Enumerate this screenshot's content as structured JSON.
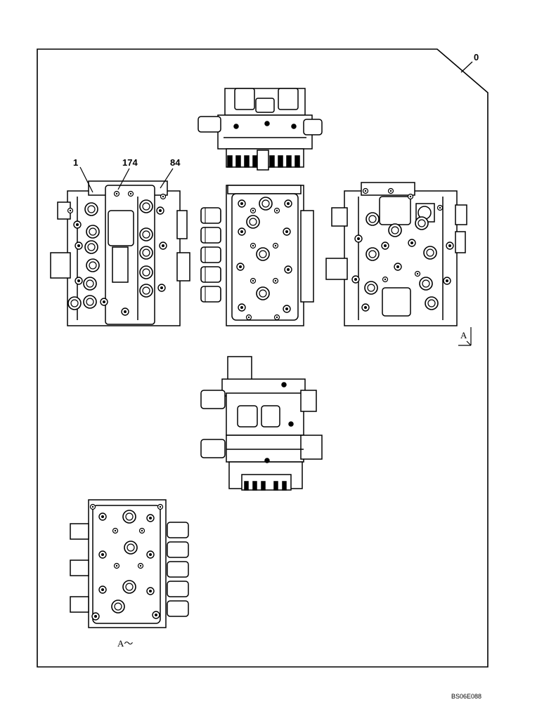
{
  "callouts": {
    "assembly": "0",
    "part_1": "1",
    "part_174": "174",
    "part_84": "84"
  },
  "view_labels": {
    "view_arrow": "A",
    "view_ref": "A～"
  },
  "drawing_code": "BS06E088"
}
